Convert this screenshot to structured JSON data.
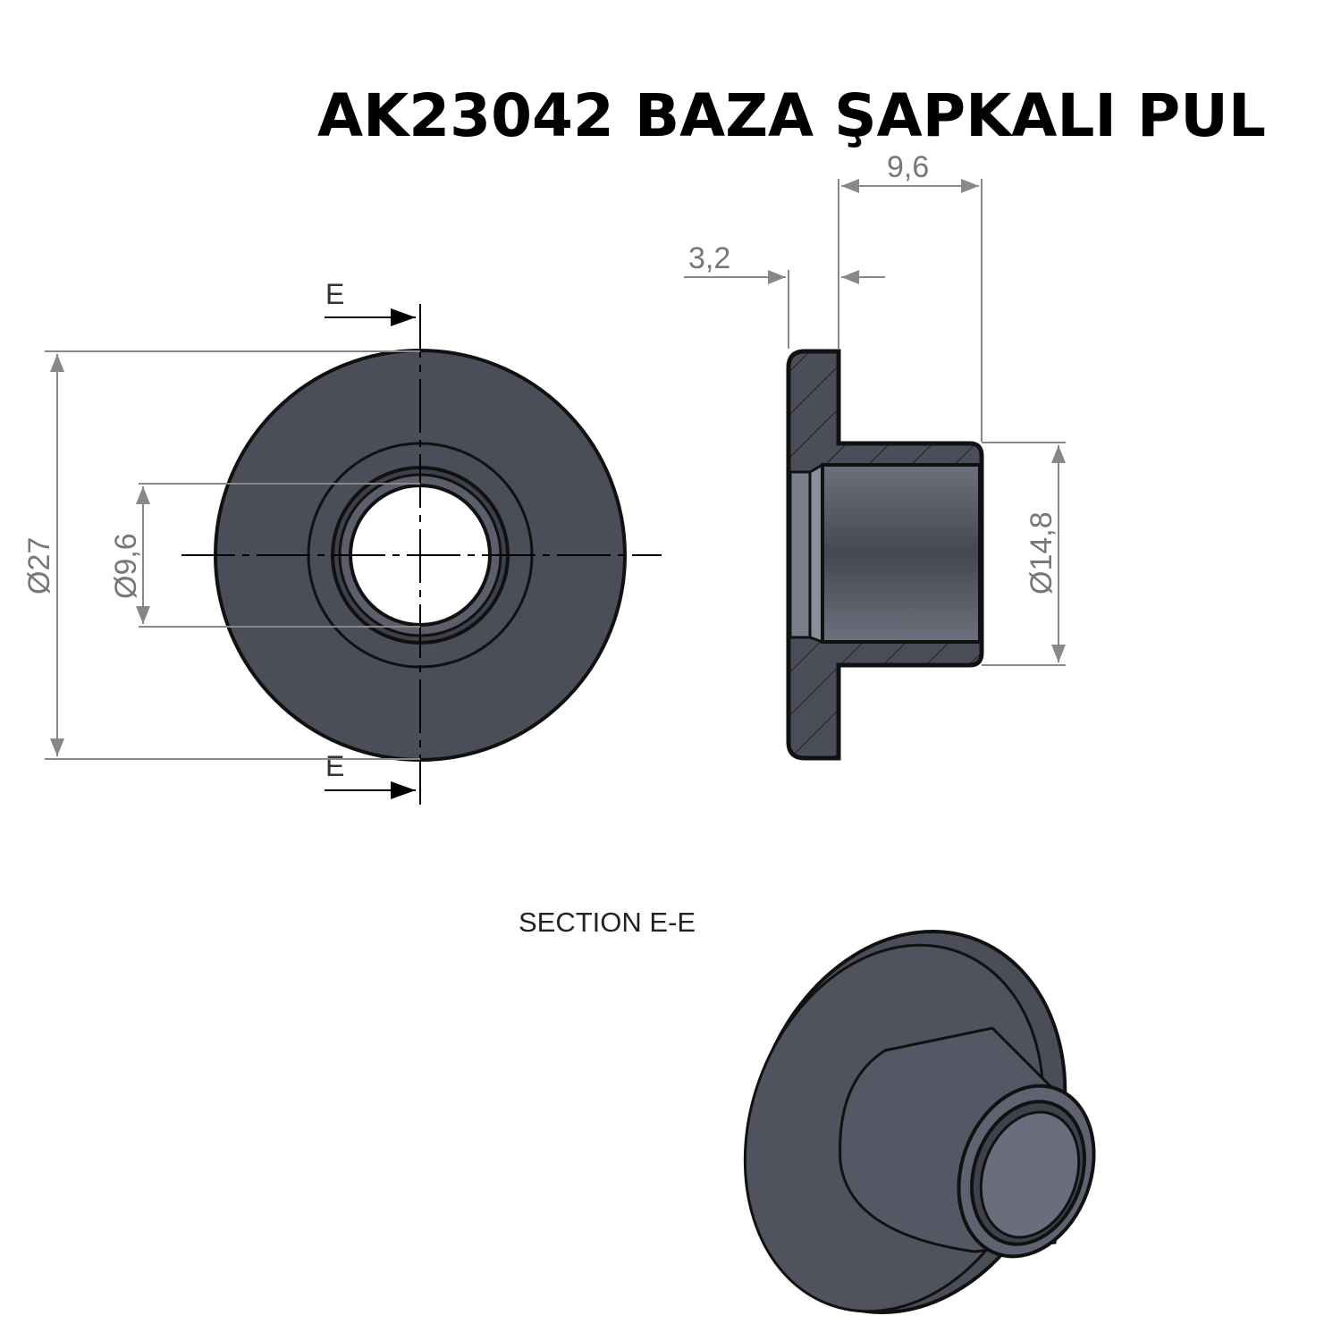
{
  "title": "AK23042 BAZA ŞAPKALI PUL",
  "dimensions": {
    "hub_length": "9,6",
    "flange_thickness": "3,2",
    "outer_diameter": "Ø27",
    "bore_diameter": "Ø9,6",
    "hub_diameter": "Ø14,8"
  },
  "section_marker": "E",
  "section_label": "SECTION E-E",
  "colors": {
    "part": "#4b4e59",
    "outline": "#111111",
    "dimension": "#888888"
  }
}
